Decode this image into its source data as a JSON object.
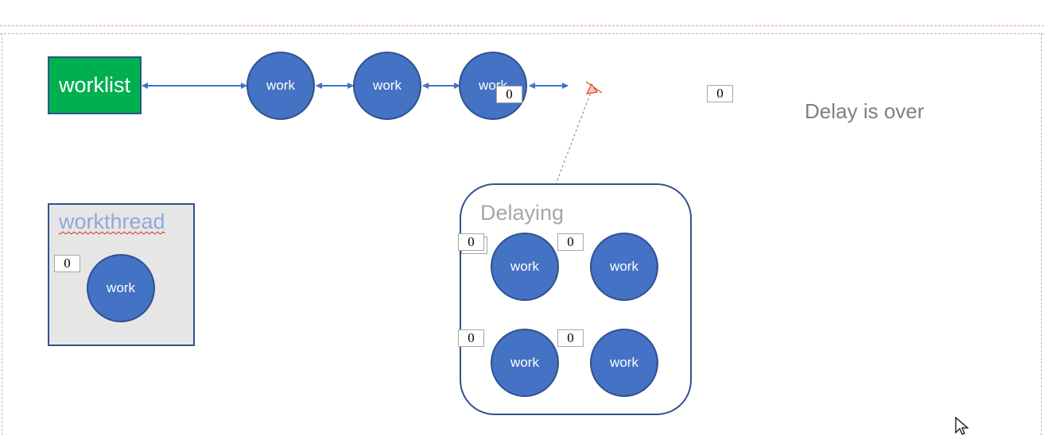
{
  "worklist": {
    "label": "worklist"
  },
  "chain": [
    {
      "label": "work"
    },
    {
      "label": "work"
    },
    {
      "label": "work",
      "badge": "0"
    }
  ],
  "floating_badge": "0",
  "status": "Delay is over",
  "workthread": {
    "title": "workthread",
    "badge": "0",
    "work_label": "work"
  },
  "delaying": {
    "title": "Delaying",
    "items": [
      {
        "label": "work",
        "badge": "0"
      },
      {
        "label": "work",
        "badge": "0"
      },
      {
        "label": "work",
        "badge": "0"
      },
      {
        "label": "work",
        "badge": "0"
      }
    ]
  },
  "colors": {
    "work_fill": "#4472c4",
    "work_border": "#2f528f",
    "worklist_fill": "#00b050",
    "workthread_fill": "#e7e6e6",
    "connector": "#4472c4",
    "motion_start": "#92d050",
    "motion_end": "#e0402a"
  },
  "icons": [
    "mouse-cursor-icon",
    "motion-start-marker-icon",
    "motion-end-marker-icon"
  ]
}
